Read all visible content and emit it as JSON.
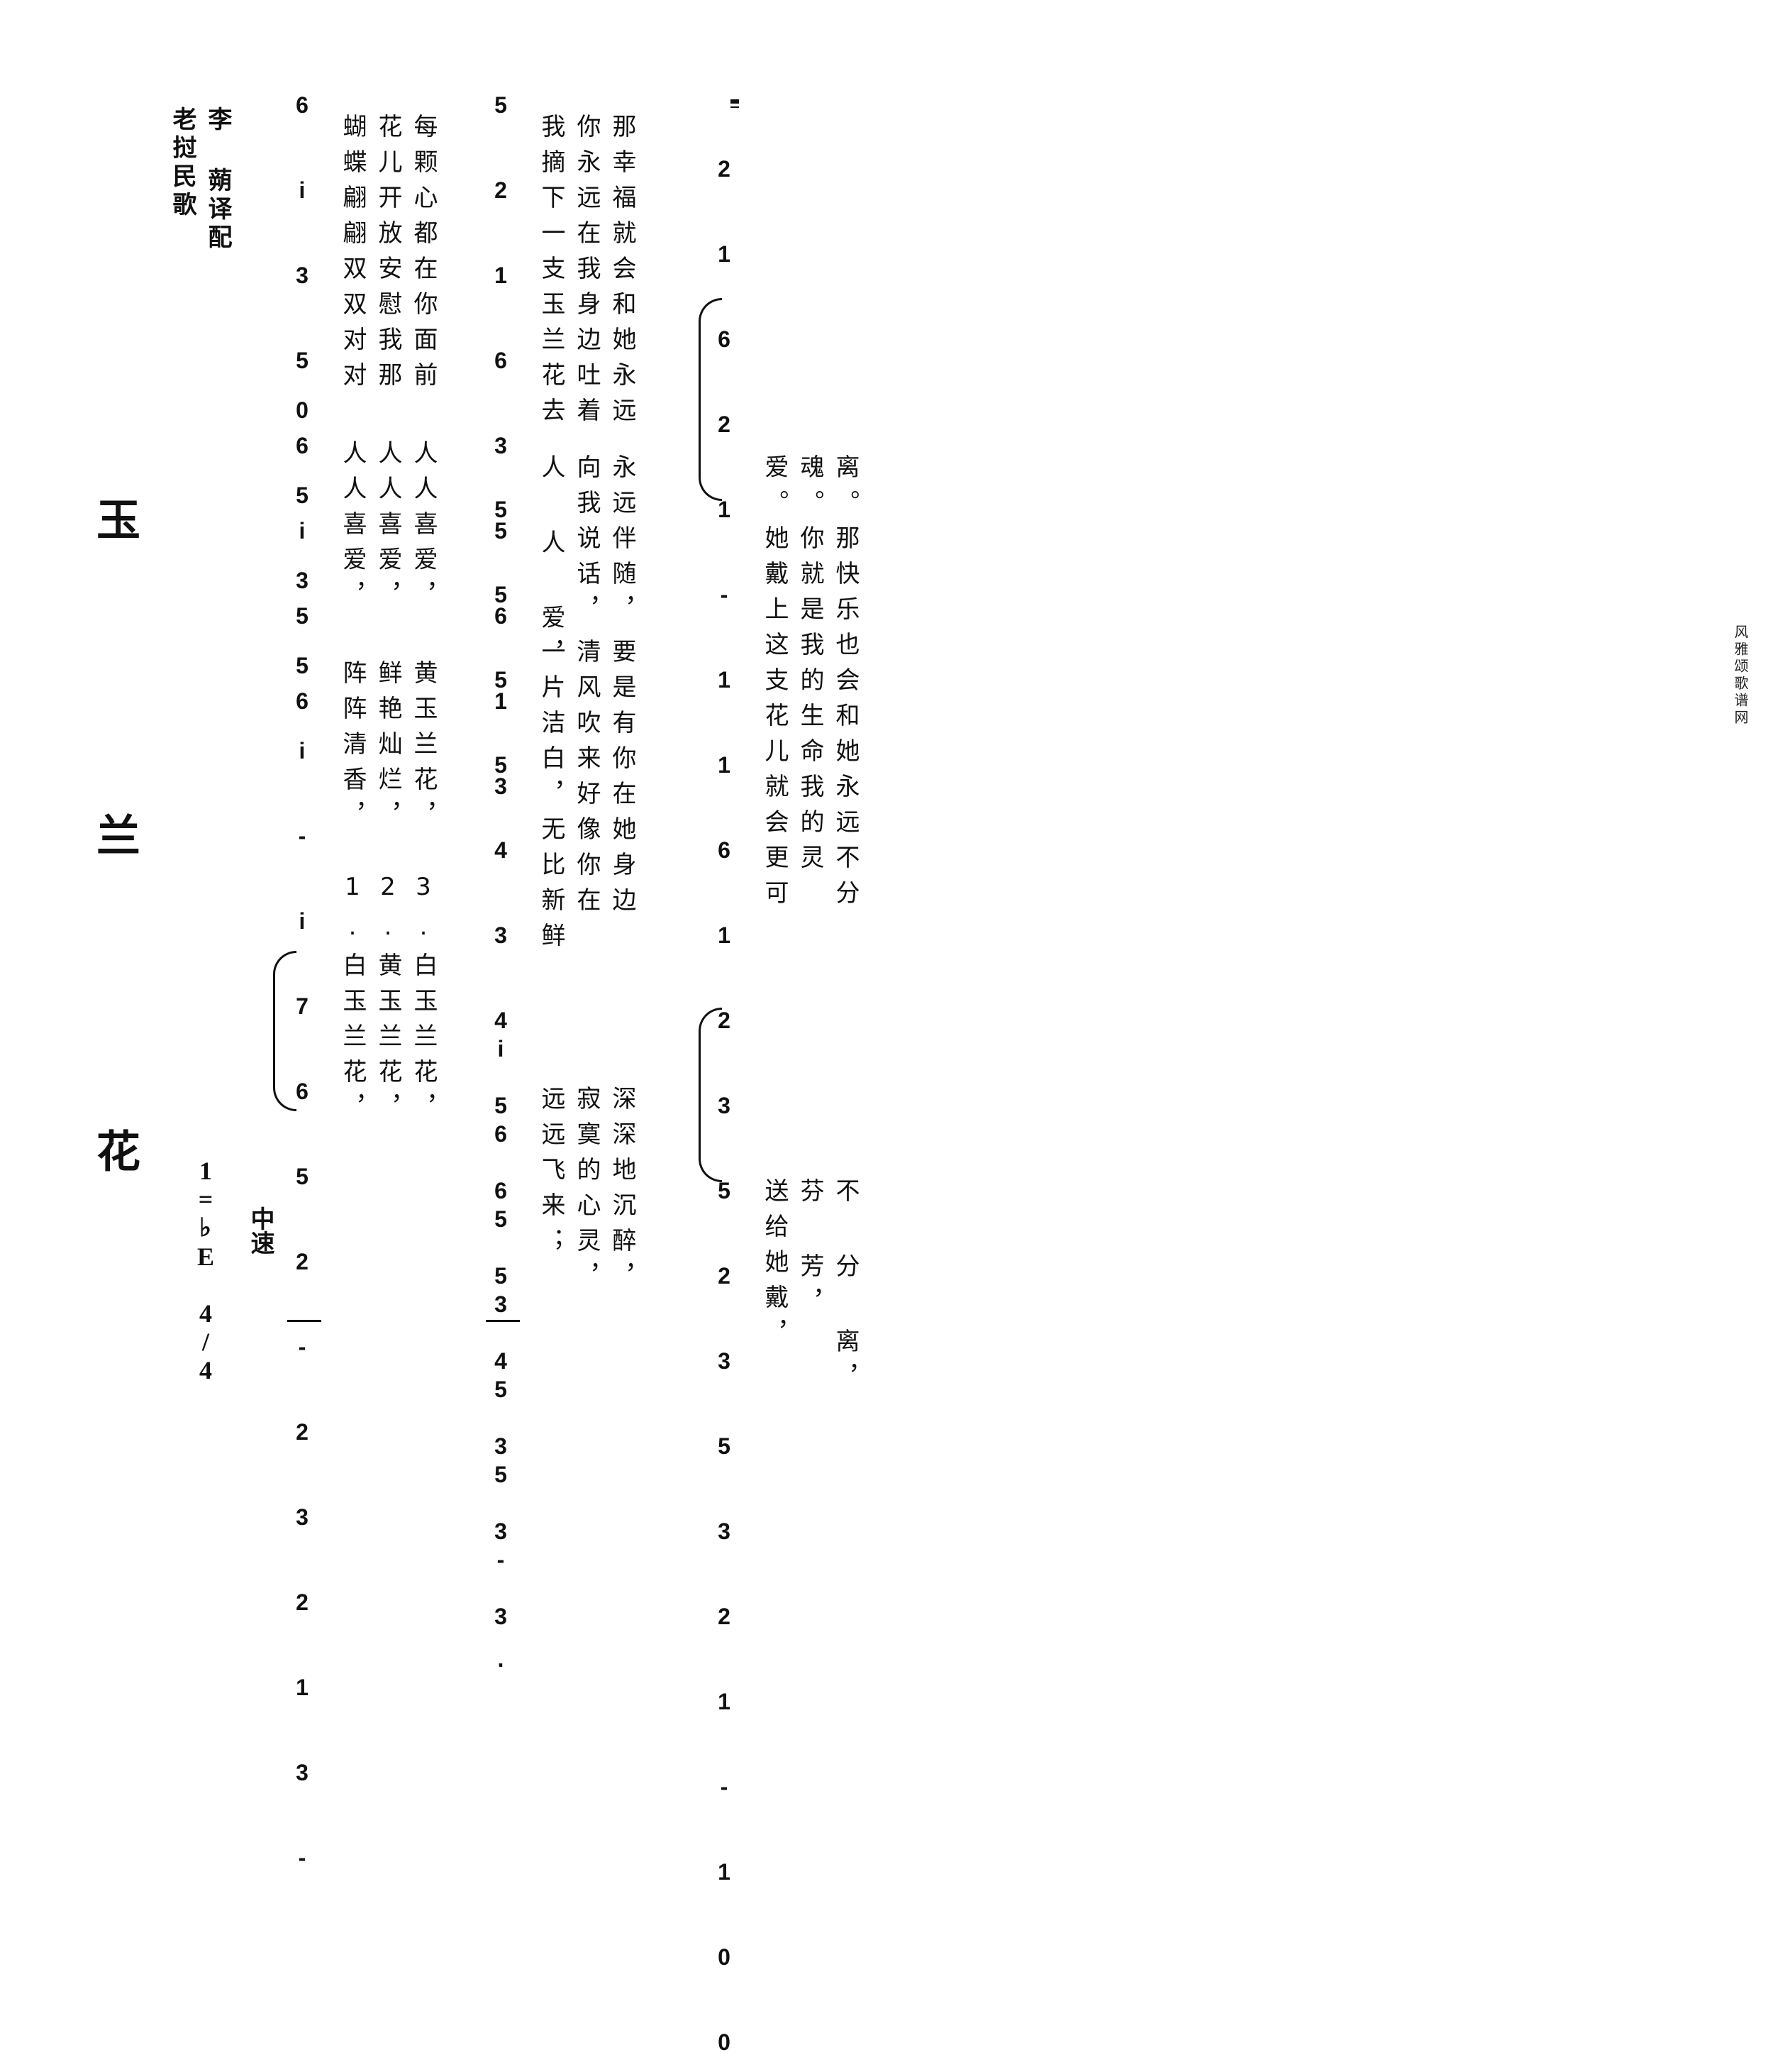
{
  "title": "玉 兰 花",
  "credits": [
    "老挝民歌",
    "李 蒴译配"
  ],
  "key": "1=♭E",
  "time_signature": "4/4",
  "tempo": "中速",
  "systems": [
    {
      "notes": [
        "0 5 3 5 i - i 7 6 5 2 - 2 3 2 1 3 -",
        "6 i 3 5 6 i 5 6"
      ],
      "lyrics": [
        [
          "1.白玉兰花，",
          "阵阵清香，",
          "人人喜爱，",
          "蝴蝶翩翩双双对对"
        ],
        [
          "2.黄玉兰花，",
          "鲜艳灿烂，",
          "人人喜爱，",
          "花儿开放安慰我那"
        ],
        [
          "3.白玉兰花，",
          "黄玉兰花，",
          "人人喜爱，",
          "每颗心都在你面前"
        ]
      ]
    },
    {
      "notes": [
        "i 6 5 3 5 5 -",
        "5 5 5 5 4 3 4 5 6 5 4 3 3 3.",
        "5 2 1 6 3 5 6 1 3"
      ],
      "lyrics": [
        [
          "远远飞来；",
          "一片洁白，无比新鲜",
          "人 人 爱，",
          "我摘下一支玉兰花去"
        ],
        [
          "寂寞的心灵，",
          "清风吹来好像你在",
          "向我说话，",
          "你永远在我身边吐着"
        ],
        [
          "深深地沉醉，",
          "要是有你在她身边",
          "永远伴随，",
          "那幸福就会和她永远"
        ]
      ]
    },
    {
      "notes": [
        "2 1 6 2 1 - 1 1 6 1 2 3 5 2 3 5 3 2 1 - 1 0 0"
      ],
      "lyrics": [
        [
          "送给她戴，",
          "她戴上这支花儿就会更可",
          "爱。"
        ],
        [
          "芬 芳，",
          "你就是我的生命我的灵",
          "魂。"
        ],
        [
          "不 分 离，",
          "那快乐也会和她永远不分",
          "离。"
        ]
      ]
    }
  ],
  "watermark": "风雅颂歌谱网"
}
